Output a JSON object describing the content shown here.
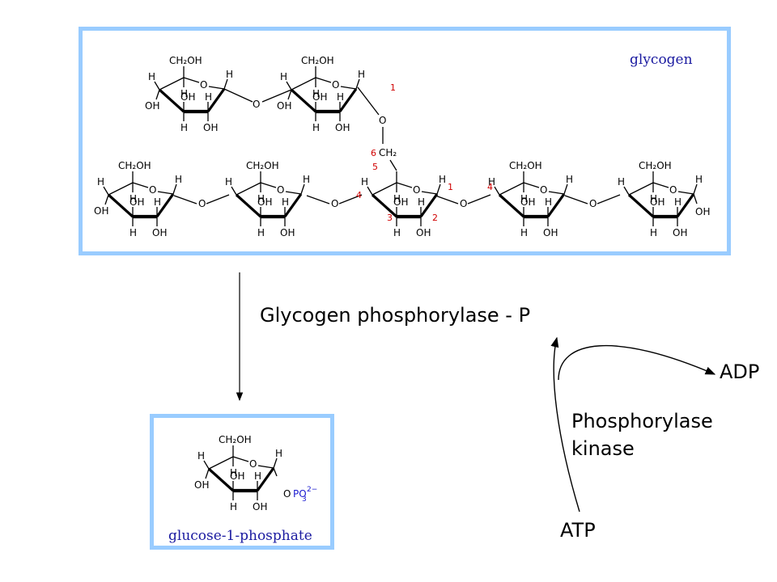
{
  "glycogen_panel": {
    "title": "glycogen",
    "carbon_numbers": [
      "1",
      "6",
      "5",
      "4",
      "3",
      "2",
      "1",
      "4"
    ]
  },
  "enzyme": {
    "label": "Glycogen phosphorylase - P"
  },
  "kinase": {
    "line1": "Phosphorylase",
    "line2": "kinase"
  },
  "cofactors": {
    "adp": "ADP",
    "atp": "ATP"
  },
  "product_panel": {
    "caption": "glucose-1-phosphate",
    "phosphate_group": "OPO",
    "phosphate_sub": "3",
    "phosphate_charge": "2−"
  },
  "atoms": {
    "ch2oh": "CH₂OH",
    "ch2": "CH₂",
    "o": "O",
    "h": "H",
    "oh": "OH"
  },
  "colors": {
    "panel_border": "#99ccff",
    "caption": "#1a1aa0",
    "carbon_number": "#d00000",
    "phosphate": "#1a1ad0"
  }
}
